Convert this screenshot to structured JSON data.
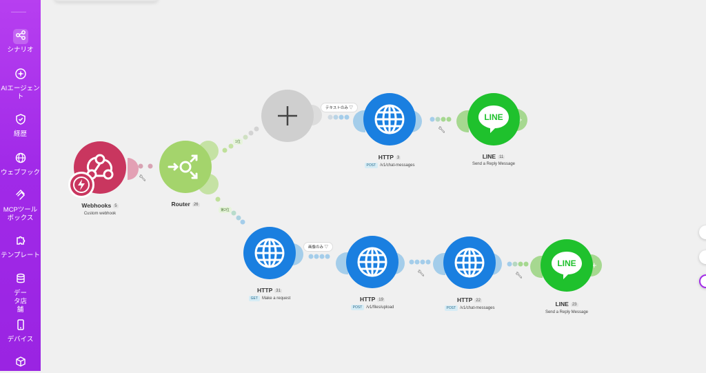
{
  "sidebar": {
    "items": [
      {
        "label": "シナリオ",
        "icon": "share-nodes-icon"
      },
      {
        "label": "AIエージェント",
        "icon": "ai-sparkle-icon"
      },
      {
        "label": "経歴",
        "icon": "shield-check-icon"
      },
      {
        "label": "ウェブフック",
        "icon": "globe-icon"
      },
      {
        "label": "MCPツールボックス",
        "icon": "mcp-icon"
      },
      {
        "label": "テンプレート",
        "icon": "puzzle-icon"
      },
      {
        "label": "データ店舗",
        "icon": "database-icon"
      },
      {
        "label": "デバイス",
        "icon": "device-icon"
      },
      {
        "label": "",
        "icon": "cube-icon"
      }
    ]
  },
  "modules": {
    "webhooks": {
      "name": "Webhooks",
      "num": "5",
      "sub": "Custom webhook",
      "color": "#c9365f",
      "icon": "webhook-icon"
    },
    "router": {
      "name": "Router",
      "num": "26",
      "color": "#a4d46c",
      "icon": "router-icon"
    },
    "empty": {
      "color": "#cfcfcf",
      "icon": "plus-icon"
    },
    "http3": {
      "name": "HTTP",
      "num": "3",
      "method": "POST",
      "sub": "/v1/chat-messages"
    },
    "line11": {
      "name": "LINE",
      "num": "11",
      "sub": "Send a Reply Message"
    },
    "http31": {
      "name": "HTTP",
      "num": "31",
      "method": "GET",
      "sub": "Make a request"
    },
    "http19": {
      "name": "HTTP",
      "num": "19",
      "method": "POST",
      "sub": "/v1/files/upload"
    },
    "http22": {
      "name": "HTTP",
      "num": "22",
      "method": "POST",
      "sub": "/v1/chat-messages"
    },
    "line23": {
      "name": "LINE",
      "num": "23",
      "sub": "Send a Reply Message"
    }
  },
  "routes": {
    "first": "1位",
    "second": "第2位"
  },
  "filters": {
    "text_only": "テキストのみ",
    "image_only": "画像のみ"
  },
  "colors": {
    "http": "#1a7fe0",
    "line": "#1fc12d",
    "line_text": "LINE",
    "sidebar": "#a32ce9"
  }
}
